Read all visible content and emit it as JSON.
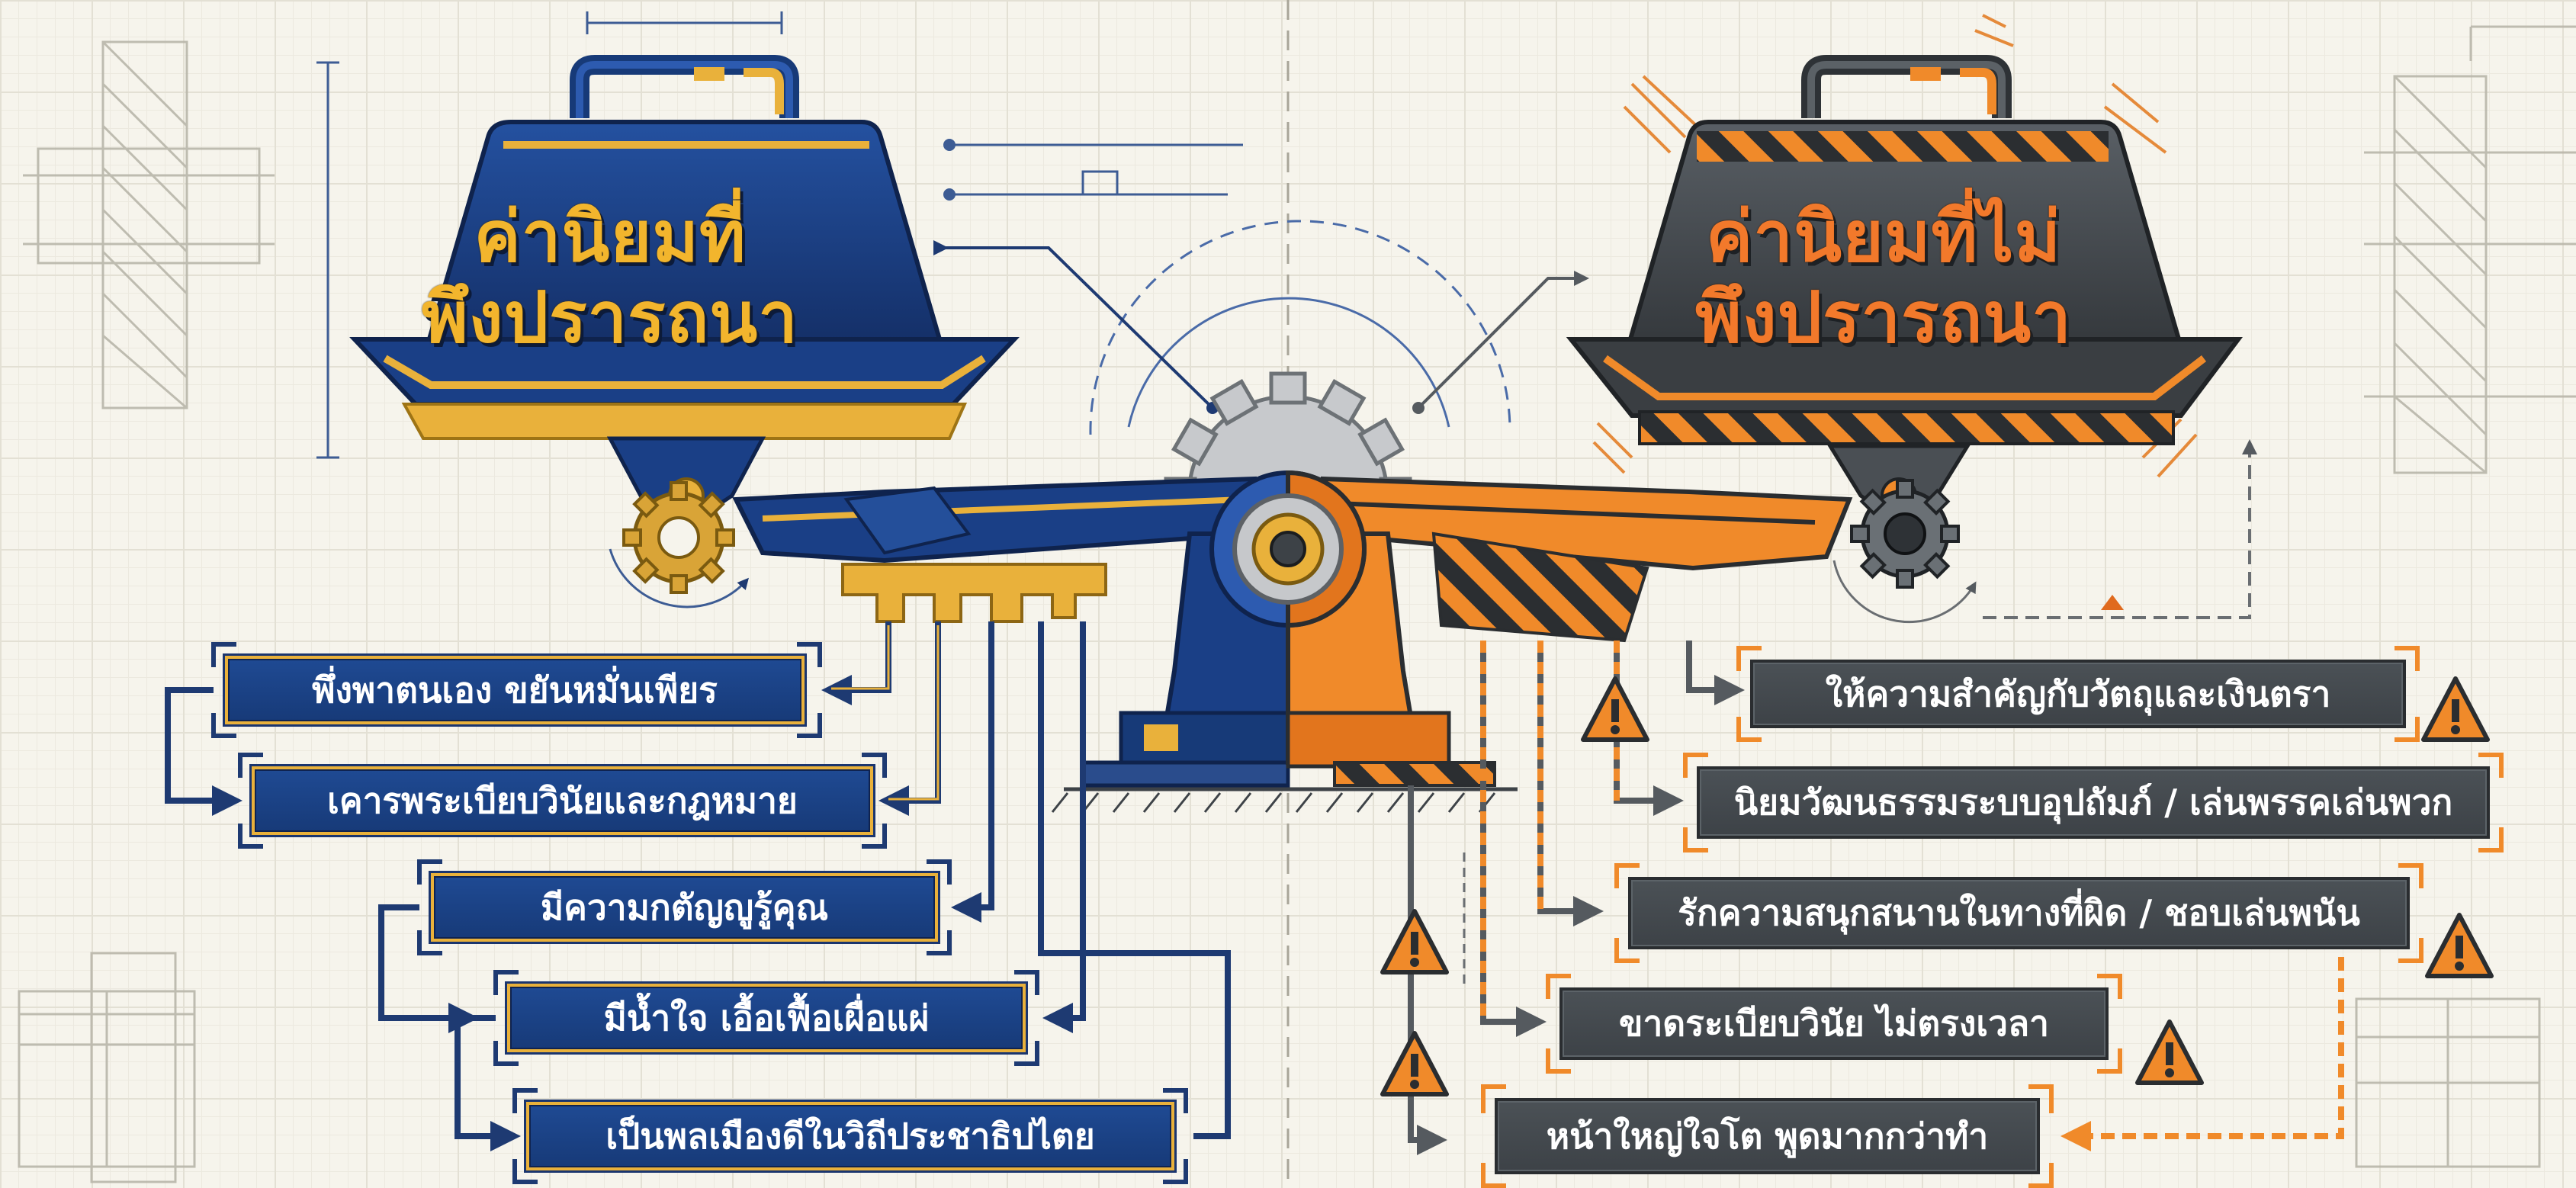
{
  "weights": {
    "good_title": "ค่านิยมที่\nพึงปรารถนา",
    "bad_title": "ค่านิยมที่ไม่\nพึงปรารถนา"
  },
  "good_values": [
    "พึ่งพาตนเอง ขยันหมั่นเพียร",
    "เคารพระเบียบวินัยและกฎหมาย",
    "มีความกตัญญูรู้คุณ",
    "มีน้ำใจ เอื้อเฟื้อเผื่อแผ่",
    "เป็นพลเมืองดีในวิถีประชาธิปไตย"
  ],
  "bad_values": [
    "ให้ความสำคัญกับวัตถุและเงินตรา",
    "นิยมวัฒนธรรมระบบอุปถัมภ์ / เล่นพรรคเล่นพวก",
    "รักความสนุกสนานในทางที่ผิด / ชอบเล่นพนัน",
    "ขาดระเบียบวินัย ไม่ตรงเวลา",
    "หน้าใหญ่ใจโต พูดมากกว่าทำ"
  ],
  "colors": {
    "navy": "#1a3f86",
    "gold": "#e9b13b",
    "orange": "#f08a2a",
    "charcoal": "#41464b",
    "paper": "#f6f4ec"
  },
  "icons": [
    "warning-icon",
    "gear-icon",
    "handle-icon"
  ]
}
